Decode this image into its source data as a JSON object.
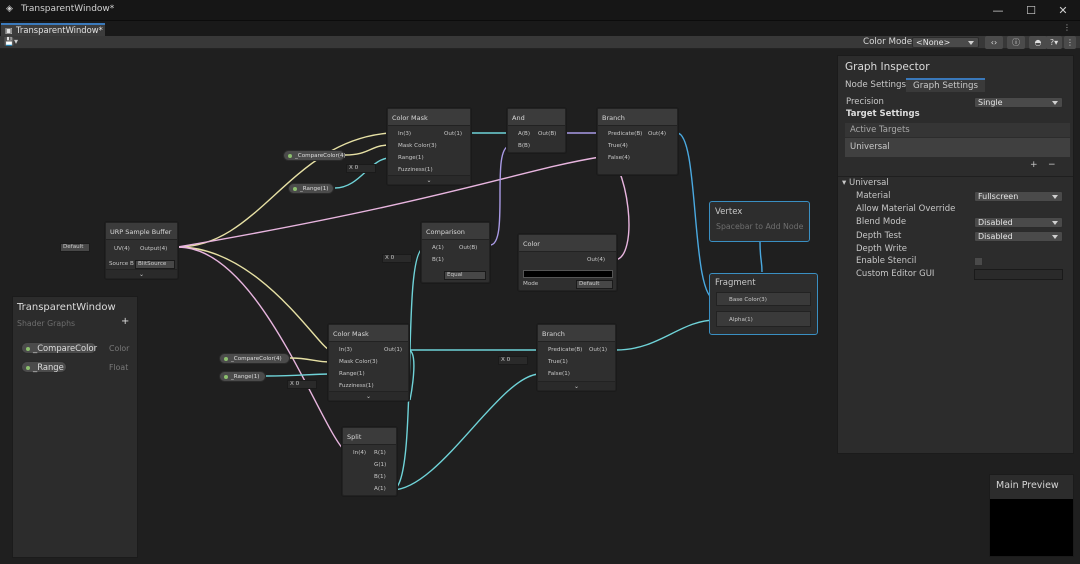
{
  "window": {
    "title": "TransparentWindow*"
  },
  "tab": {
    "label": "TransparentWindow*"
  },
  "toolbar": {
    "color_mode_label": "Color Mode",
    "color_mode_value": "<None>"
  },
  "inspector": {
    "title": "Graph Inspector",
    "tabs": [
      "Node Settings",
      "Graph Settings"
    ],
    "precision_label": "Precision",
    "precision_value": "Single",
    "target_settings": "Target Settings",
    "active_targets": "Active Targets",
    "active_target_item": "Universal",
    "add": "+",
    "remove": "−",
    "universal_section": "Universal",
    "material_label": "Material",
    "material_value": "Fullscreen",
    "allow_override": "Allow Material Override",
    "blend_mode_label": "Blend Mode",
    "blend_mode_value": "Disabled",
    "depth_test_label": "Depth Test",
    "depth_test_value": "Disabled",
    "depth_write": "Depth Write",
    "enable_stencil": "Enable Stencil",
    "custom_editor": "Custom Editor GUI"
  },
  "blackboard": {
    "title": "TransparentWindow",
    "subtitle": "Shader Graphs",
    "add": "+",
    "properties": [
      {
        "name": "_CompareColor",
        "type": "Color"
      },
      {
        "name": "_Range",
        "type": "Float"
      }
    ]
  },
  "preview": {
    "title": "Main Preview"
  },
  "master": {
    "vertex_title": "Vertex",
    "vertex_hint": "Spacebar to Add Node",
    "fragment_title": "Fragment",
    "base_color": "Base Color(3)",
    "alpha": "Alpha(1)"
  },
  "nodes": {
    "urp": {
      "title": "URP Sample Buffer",
      "in": "UV(4)",
      "out": "Output(4)",
      "field": "Source B",
      "field_value": "BlitSource",
      "default": "Default"
    },
    "cm1": {
      "title": "Color Mask",
      "in1": "In(3)",
      "in2": "Mask Color(3)",
      "in3": "Range(1)",
      "in4": "Fuzziness(1)",
      "out": "Out(1)",
      "x": "X",
      "zero": "0"
    },
    "and": {
      "title": "And",
      "a": "A(B)",
      "b": "B(B)",
      "out": "Out(B)"
    },
    "br1": {
      "title": "Branch",
      "in1": "Predicate(B)",
      "in2": "True(4)",
      "in3": "False(4)",
      "out": "Out(4)"
    },
    "cmp": {
      "title": "Comparison",
      "a": "A(1)",
      "b": "B(1)",
      "out": "Out(B)",
      "mode": "Equal",
      "x": "X",
      "zero": "0"
    },
    "color": {
      "title": "Color",
      "out": "Out(4)",
      "mode_label": "Mode",
      "mode_value": "Default"
    },
    "cm2": {
      "title": "Color Mask",
      "in1": "In(3)",
      "in2": "Mask Color(3)",
      "in3": "Range(1)",
      "in4": "Fuzziness(1)",
      "out": "Out(1)",
      "x": "X",
      "zero": "0"
    },
    "br2": {
      "title": "Branch",
      "in1": "Predicate(B)",
      "in2": "True(1)",
      "in3": "False(1)",
      "out": "Out(1)",
      "x": "X",
      "zero": "0"
    },
    "split": {
      "title": "Split",
      "in": "In(4)",
      "r": "R(1)",
      "g": "G(1)",
      "b": "B(1)",
      "a": "A(1)"
    },
    "pill_cc1": "_CompareColor(4)",
    "pill_r1": "_Range(1)",
    "pill_cc2": "_CompareColor(4)",
    "pill_r2": "_Range(1)"
  }
}
